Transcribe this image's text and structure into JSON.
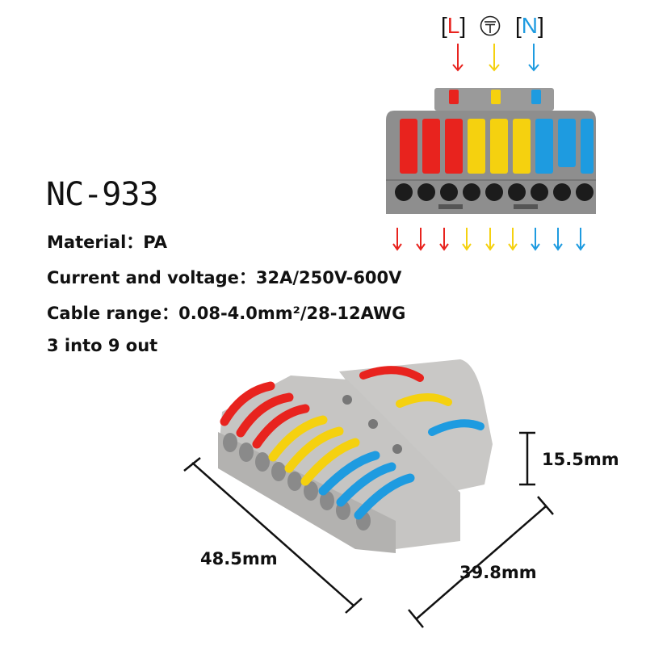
{
  "legend": {
    "items": [
      {
        "label": "L",
        "color": "#e8231e"
      },
      {
        "label": "earth-symbol",
        "color": "#f5d10f"
      },
      {
        "label": "N",
        "color": "#1e9be0"
      }
    ]
  },
  "colors": {
    "red": "#e8231e",
    "yellow": "#f5d10f",
    "blue": "#1e9be0",
    "housing": "#8e8e8e",
    "housing_light": "#c9c8c6"
  },
  "output_arrows": [
    "red",
    "red",
    "red",
    "yellow",
    "yellow",
    "yellow",
    "blue",
    "blue",
    "blue"
  ],
  "product": {
    "model": "NC-933",
    "specs": [
      {
        "label": "Material",
        "sep": "：",
        "value": "PA"
      },
      {
        "label": "Current and voltage",
        "sep": "：",
        "value": "32A/250V-600V"
      },
      {
        "label": "Cable range",
        "sep": "：",
        "value": "0.08-4.0mm²/28-12AWG"
      }
    ],
    "config": "3 into 9 out"
  },
  "dimensions": {
    "height": "15.5mm",
    "length": "48.5mm",
    "width": "39.8mm"
  }
}
